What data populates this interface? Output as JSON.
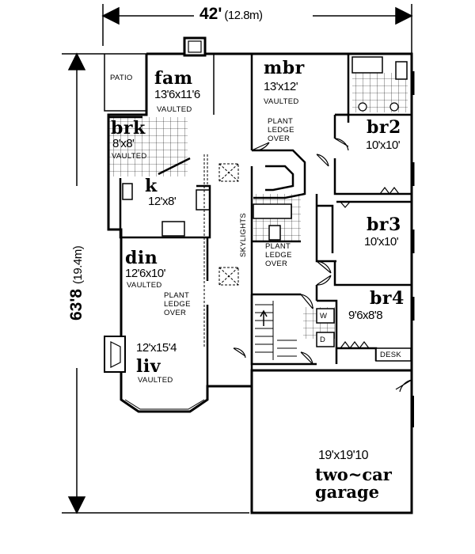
{
  "dimensions": {
    "width": "42'",
    "width_metric": "(12.8m)",
    "depth": "63'8",
    "depth_metric": "(19.4m)"
  },
  "rooms": {
    "patio": {
      "name": "PATIO"
    },
    "fam": {
      "name": "fam",
      "size": "13'6x11'6",
      "note": "VAULTED"
    },
    "brk": {
      "name": "brk",
      "size": "8'x8'",
      "note": "VAULTED"
    },
    "k": {
      "name": "k",
      "size": "12'x8'"
    },
    "din": {
      "name": "din",
      "size": "12'6x10'",
      "note": "VAULTED"
    },
    "liv": {
      "name": "liv",
      "size": "12'x15'4",
      "note": "VAULTED"
    },
    "mbr": {
      "name": "mbr",
      "size": "13'x12'",
      "note": "VAULTED"
    },
    "br2": {
      "name": "br2",
      "size": "10'x10'"
    },
    "br3": {
      "name": "br3",
      "size": "10'x10'"
    },
    "br4": {
      "name": "br4",
      "size": "9'6x8'8"
    },
    "garage": {
      "size": "19'x19'10",
      "name_line1": "two~car",
      "name_line2": "garage"
    }
  },
  "annotations": {
    "plant_ledge_upper": [
      "PLANT",
      "LEDGE",
      "OVER"
    ],
    "plant_ledge_mid": [
      "PLANT",
      "LEDGE",
      "OVER"
    ],
    "plant_ledge_lower": [
      "PLANT",
      "LEDGE",
      "OVER"
    ],
    "skylights": "SKYLIGHTS",
    "desk": "DESK",
    "washer": "W",
    "dryer": "D"
  },
  "colors": {
    "line": "#000000",
    "background": "#ffffff"
  }
}
